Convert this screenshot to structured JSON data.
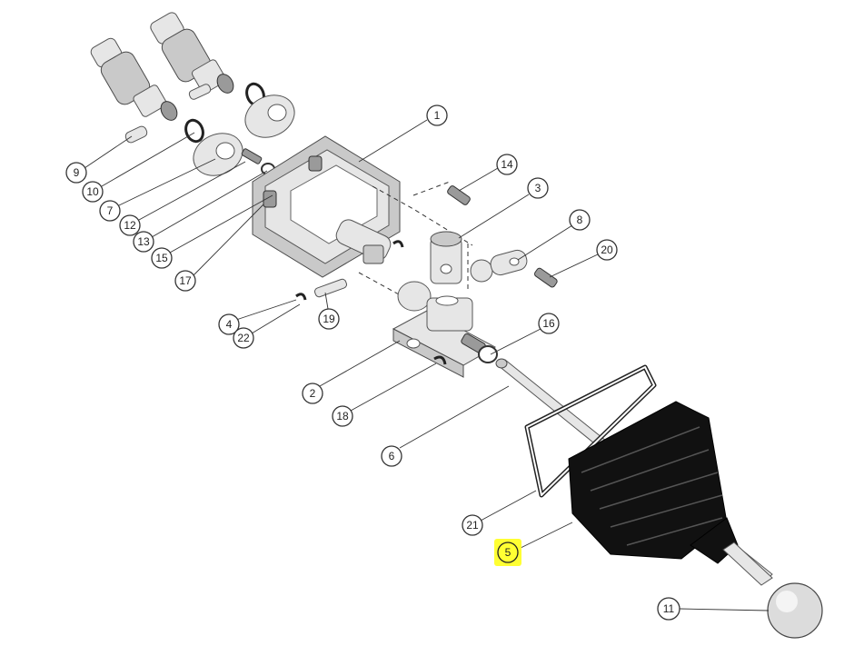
{
  "callouts": [
    {
      "label": "1"
    },
    {
      "label": "2"
    },
    {
      "label": "3"
    },
    {
      "label": "4"
    },
    {
      "label": "5"
    },
    {
      "label": "6"
    },
    {
      "label": "7"
    },
    {
      "label": "8"
    },
    {
      "label": "9"
    },
    {
      "label": "10"
    },
    {
      "label": "11"
    },
    {
      "label": "12"
    },
    {
      "label": "13"
    },
    {
      "label": "14"
    },
    {
      "label": "15"
    },
    {
      "label": "16"
    },
    {
      "label": "17"
    },
    {
      "label": "18"
    },
    {
      "label": "19"
    },
    {
      "label": "20"
    },
    {
      "label": "21"
    },
    {
      "label": "22"
    }
  ],
  "highlight": {
    "label": "5",
    "color": "#ffff33"
  }
}
